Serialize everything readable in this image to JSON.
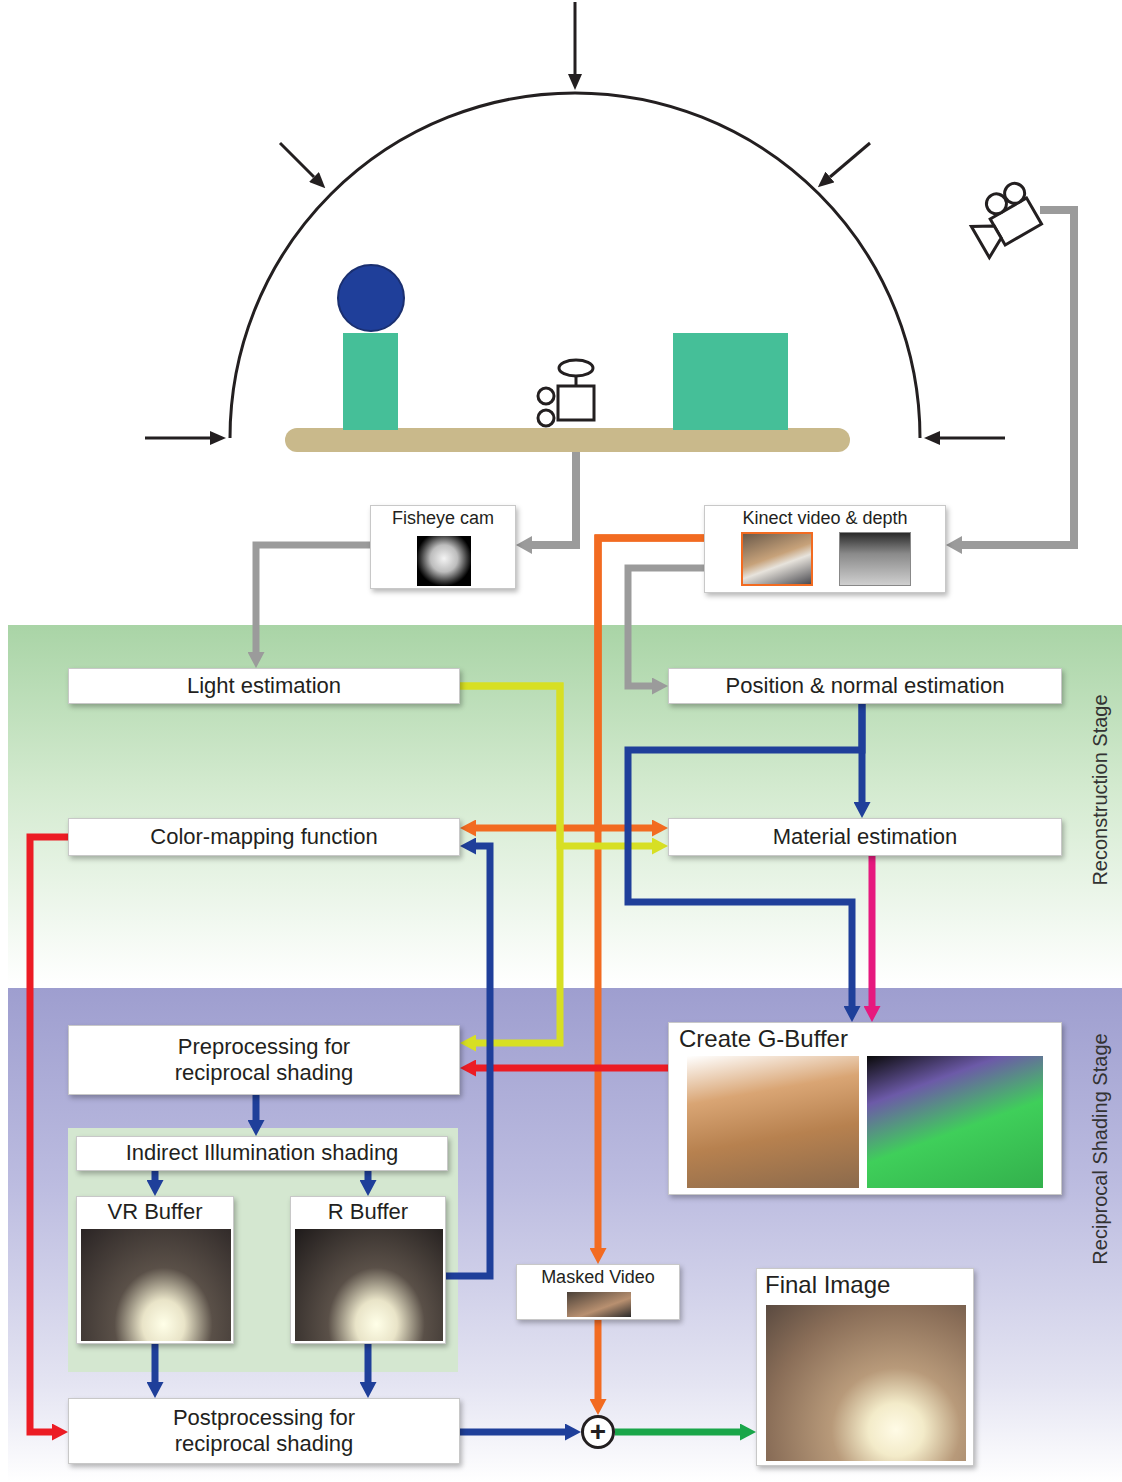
{
  "diagram": {
    "nodes": [
      {
        "text": [
          "Fisheye cam"
        ]
      },
      {
        "text": [
          "Kinect video & depth"
        ]
      },
      {
        "text": [
          "Reconstruction Stage"
        ]
      },
      {
        "text": [
          "Light estimation"
        ],
        "in": 2
      },
      {
        "text": [
          "Position & normal estimation"
        ],
        "in": 2
      },
      {
        "text": [
          "Color-mapping function"
        ],
        "in": 2
      },
      {
        "text": [
          "Material estimation"
        ],
        "in": 2
      },
      {
        "text": [
          "Reciprocal Shading Stage"
        ]
      },
      {
        "text": [
          "Preprocessing for reciprocal shading"
        ],
        "in": 7
      },
      {
        "text": [
          "Create G-Buffer"
        ],
        "in": 7
      },
      {
        "text": [
          "Indirect Illumination shading"
        ],
        "in": 7
      },
      {
        "text": [
          "VR Buffer"
        ],
        "in": 7
      },
      {
        "text": [
          "R Buffer"
        ],
        "in": 7
      },
      {
        "text": [
          "Masked Video"
        ],
        "in": 7
      },
      {
        "text": [
          "Final Image"
        ],
        "in": 7
      },
      {
        "text": [
          "Postprocessing for reciprocal shading"
        ],
        "in": 7
      },
      {
        "text": [
          "+"
        ],
        "in": 7
      }
    ],
    "edges": [
      {
        "from": 0,
        "to": 3,
        "arrow": "to"
      },
      {
        "from": 1,
        "to": 4,
        "arrow": "to"
      },
      {
        "from": 1,
        "to": 13,
        "arrow": "to"
      },
      {
        "from": 1,
        "to": 5,
        "arrow": "to"
      },
      {
        "from": 1,
        "to": 6,
        "arrow": "to"
      },
      {
        "from": 3,
        "to": 6,
        "arrow": "to"
      },
      {
        "from": 3,
        "to": 8,
        "arrow": "to"
      },
      {
        "from": 4,
        "to": 6,
        "arrow": "to"
      },
      {
        "from": 4,
        "to": 9,
        "arrow": "to"
      },
      {
        "from": 6,
        "to": 9,
        "arrow": "to"
      },
      {
        "from": 5,
        "to": 15,
        "arrow": "to"
      },
      {
        "from": 9,
        "to": 8,
        "arrow": "to"
      },
      {
        "from": 8,
        "to": 10,
        "arrow": "to"
      },
      {
        "from": 10,
        "to": 11,
        "arrow": "to"
      },
      {
        "from": 10,
        "to": 12,
        "arrow": "to"
      },
      {
        "from": 12,
        "to": 5,
        "arrow": "to"
      },
      {
        "from": 11,
        "to": 15,
        "arrow": "to"
      },
      {
        "from": 12,
        "to": 15,
        "arrow": "to"
      },
      {
        "from": 15,
        "to": 16,
        "arrow": "to"
      },
      {
        "from": 13,
        "to": 16,
        "arrow": "to"
      },
      {
        "from": 16,
        "to": 14,
        "arrow": "to"
      }
    ]
  }
}
